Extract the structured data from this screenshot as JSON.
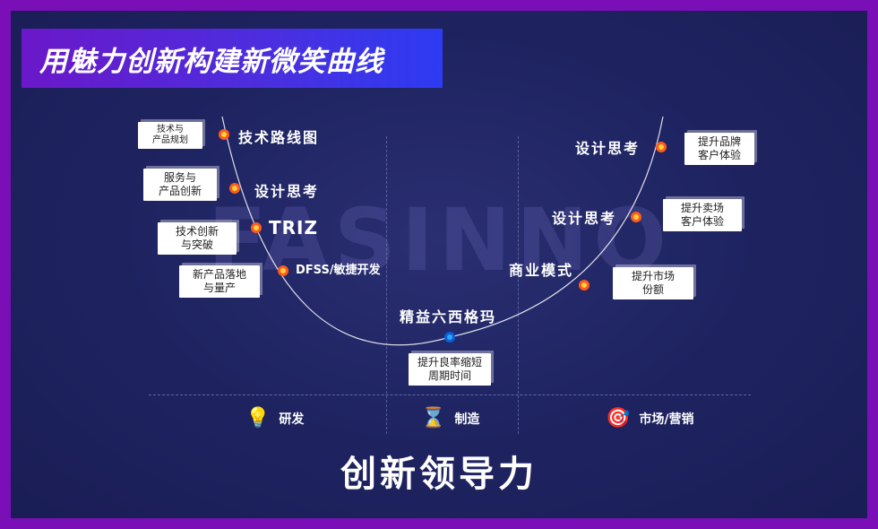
{
  "title": "用魅力创新构建新微笑曲线",
  "watermark": "FASINNO",
  "footer": "创新领导力",
  "left_stages": [
    {
      "label": "技术路线图",
      "tag": "技术与\n产品规划"
    },
    {
      "label": "设计思考",
      "tag": "服务与\n产品创新"
    },
    {
      "label": "TRIZ",
      "tag": "技术创新\n与突破"
    },
    {
      "label": "DFSS/敏捷开发",
      "tag": "新产品落地\n与量产"
    }
  ],
  "bottom_stage": {
    "label": "精益六西格玛",
    "tag": "提升良率缩短\n周期时间"
  },
  "right_stages": [
    {
      "label": "设计思考",
      "tag": "提升品牌\n客户体验"
    },
    {
      "label": "设计思考",
      "tag": "提升卖场\n客户体验"
    },
    {
      "label": "商业模式",
      "tag": "提升市场\n份额"
    }
  ],
  "categories": [
    {
      "label": "研发",
      "icon": "lightbulb-icon"
    },
    {
      "label": "制造",
      "icon": "hourglass-icon"
    },
    {
      "label": "市场/营销",
      "icon": "target-icon"
    }
  ],
  "colors": {
    "background": "#1f2462",
    "frame": "#7a0fb8",
    "dot_fill": "#ffd23a",
    "dot_ring": "#ff5a1f",
    "dot_bottom": "#2ea8ff"
  }
}
